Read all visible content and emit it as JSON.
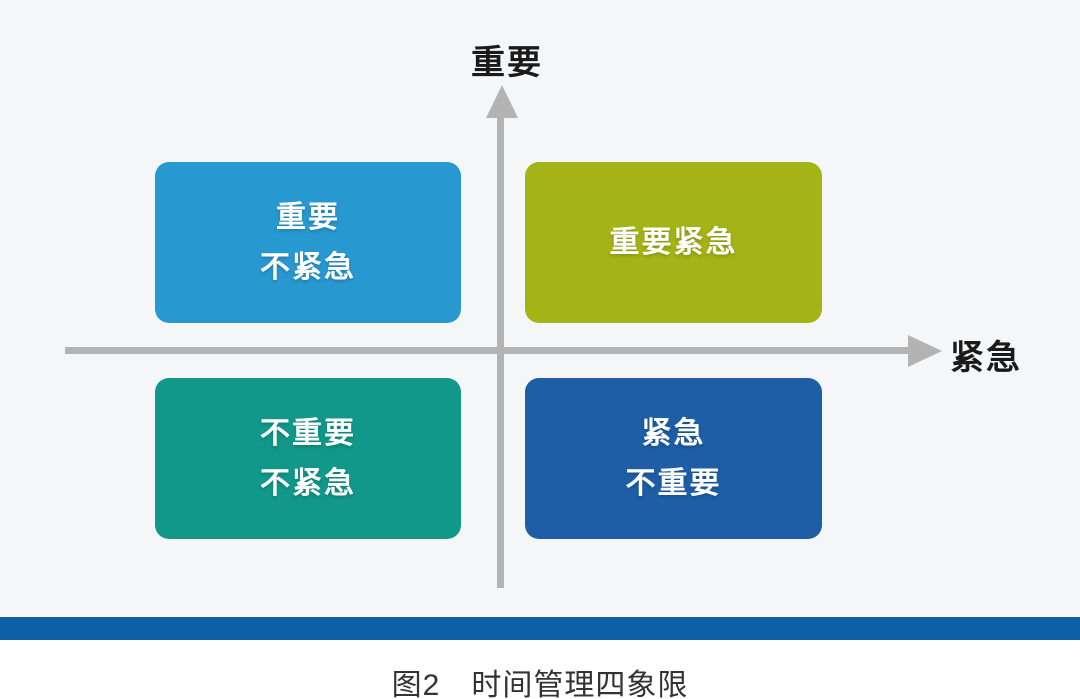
{
  "figure": {
    "caption": "图2　时间管理四象限",
    "axes": {
      "y_label": "重要",
      "x_label": "紧急",
      "axis_color": "#b3b3b3"
    },
    "quadrants": [
      {
        "id": "important-not-urgent",
        "position": "top-left",
        "line1": "重要",
        "line2": "不紧急",
        "face_color": "#2898d0",
        "edge_color": "#1379a9"
      },
      {
        "id": "important-urgent",
        "position": "top-right",
        "line1": "重要紧急",
        "line2": "",
        "face_color": "#a4b315",
        "edge_color": "#7e8c0f"
      },
      {
        "id": "not-important-not-urgent",
        "position": "bottom-left",
        "line1": "不重要",
        "line2": "不紧急",
        "face_color": "#11988a",
        "edge_color": "#0b7064"
      },
      {
        "id": "urgent-not-important",
        "position": "bottom-right",
        "line1": "紧急",
        "line2": "不重要",
        "face_color": "#1e5ea7",
        "edge_color": "#12416f"
      }
    ],
    "divider_color": "#0e61a6",
    "box_text_color": "#ffffff"
  }
}
